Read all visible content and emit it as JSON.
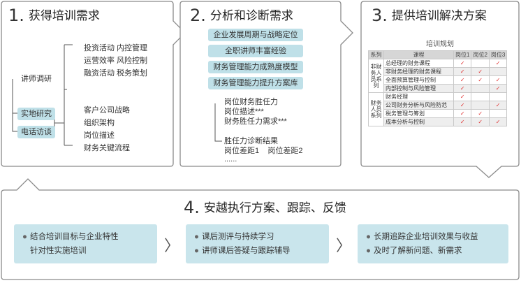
{
  "step1": {
    "num": "1.",
    "title": "获得培训需求",
    "source": "讲师调研",
    "methods": [
      "实地研究",
      "电话访谈"
    ],
    "group_a": [
      "投资活动  内控管理",
      "运营效率  风险控制",
      "融资活动  税务策划"
    ],
    "group_b": [
      "客户公司战略",
      "组织架构",
      "岗位描述",
      "财务关键流程"
    ]
  },
  "step2": {
    "num": "2.",
    "title": "分析和诊断需求",
    "pills": [
      "企业发展周期与战略定位",
      "全职讲师丰富经验",
      "财务管理能力成熟度模型",
      "财务管理能力提升方案库"
    ],
    "comp_lines": [
      "岗位财务胜任力",
      "岗位描述***",
      "财务胜任力需求***"
    ],
    "result_lines": [
      "胜任力诊断结果",
      "岗位差距1    岗位差距2",
      "......"
    ]
  },
  "step3": {
    "num": "3.",
    "title": "提供培训解决方案",
    "plan_title": "培训规划",
    "table": {
      "headers": [
        "系列",
        "课程",
        "岗位1",
        "岗位2",
        "岗位3"
      ],
      "groups": [
        {
          "category": "非财务人员系列",
          "rows": [
            {
              "course": "总经理的财务课程",
              "checks": [
                true,
                false,
                true
              ]
            },
            {
              "course": "非财务经理的财务课程",
              "checks": [
                true,
                true,
                false
              ]
            },
            {
              "course": "全面预算管理与控制",
              "checks": [
                true,
                true,
                true
              ]
            },
            {
              "course": "内部控制与风险管理",
              "checks": [
                true,
                false,
                true
              ]
            }
          ]
        },
        {
          "category": "财务人员系列",
          "rows": [
            {
              "course": "财务经理",
              "checks": [
                true,
                false,
                false
              ]
            },
            {
              "course": "公司财务分析与风险防范",
              "checks": [
                true,
                false,
                true
              ]
            },
            {
              "course": "税务管理与筹划",
              "checks": [
                true,
                true,
                false
              ]
            },
            {
              "course": "成本分析与控制",
              "checks": [
                true,
                true,
                true
              ]
            }
          ]
        }
      ],
      "check_mark": "✓"
    }
  },
  "step4": {
    "num": "4.",
    "title": "安越执行方案、跟踪、反馈",
    "panels": [
      [
        "结合培训目标与企业特性",
        "针对性实施培训"
      ],
      [
        "课后测评与持续学习",
        "讲师课后答疑与跟踪辅导"
      ],
      [
        "长期追踪企业培训效果与收益",
        "及时了解新问题、新需求"
      ]
    ],
    "bullet": "●",
    "arrow": "〉"
  },
  "colors": {
    "border": "#8a8a8a",
    "pill": "#bfe0e8",
    "panel": "#c9e5ec",
    "check": "#e03030",
    "table_header": "#d6d6d6"
  }
}
